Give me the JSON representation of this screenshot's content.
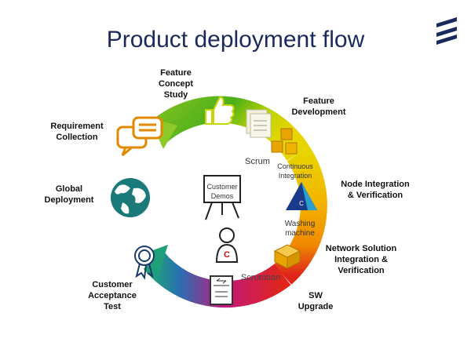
{
  "title": "Product deployment flow",
  "stages": {
    "feature_concept": "Feature Concept Study",
    "feature_dev": "Feature Development",
    "node_integration": "Node Integration & Verification",
    "network_solution": "Network Solution Integration & Verification",
    "sw_upgrade": "SW Upgrade",
    "customer_acceptance": "Customer Acceptance Test",
    "global_deployment": "Global Deployment",
    "requirement": "Requirement Collection"
  },
  "inner": {
    "scrum": "Scrum",
    "continuous": "Continuous Integration",
    "washing": "Washing machine",
    "scrumban": "Scrumban",
    "customer_demos": "Customer Demos",
    "pyramid_letter": "C",
    "person_letter": "C"
  },
  "colors": {
    "title": "#1a2a5c",
    "green": "#4caf1a",
    "yellow": "#e8d400",
    "orange": "#f08a00",
    "red": "#e0261b",
    "magenta": "#c2187a",
    "blue": "#2a6fb3",
    "teal": "#1a7a7a"
  }
}
